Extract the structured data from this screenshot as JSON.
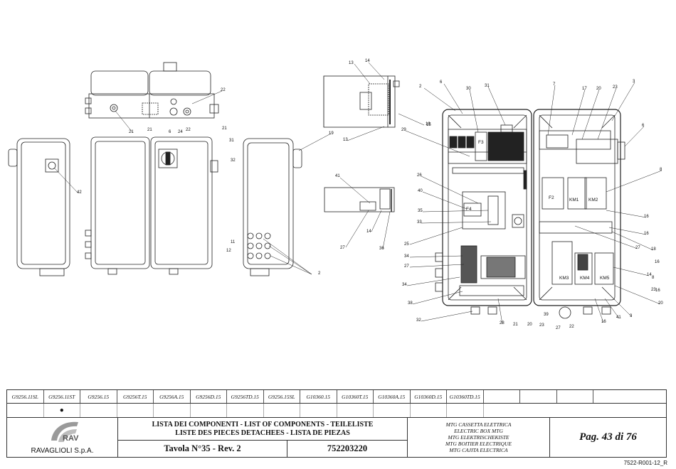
{
  "models": [
    "G9256.11SL",
    "G9256.11ST",
    "G9256.15",
    "G9256T.15",
    "G9256A.15",
    "G9256D.15",
    "G9256TD.15",
    "G9256.15SL",
    "G10360.15",
    "G10360T.15",
    "G10360A.15",
    "G10360D.15",
    "G10360TD.15"
  ],
  "selected_mark": "●",
  "company": "RAVAGLIOLI S.p.A.",
  "logo_text": "RAV",
  "title_lines": [
    "LISTA DEI COMPONENTI - LIST OF COMPONENTS - TEILELISTE",
    "LISTE DES PIECES DETACHEES - LISTA DE PIEZAS"
  ],
  "table_label": "Tavola N°35 - Rev. 2",
  "drawing_code": "752203220",
  "description_lines": [
    "MTG CASSETTA ELETTRICA",
    "ELECTRIC BOX MTG",
    "MTG ELEKTRISCHEKISTE",
    "MTG BOITIER ELECTRIQUE",
    "MTG CAJITA ELECTRICA"
  ],
  "page_label": "Pag. 43 di 76",
  "doc_ref": "7522-R001-12_R",
  "components": {
    "km1": "KM1",
    "km2": "KM2",
    "km3": "KM3",
    "km4": "KM4",
    "km5": "KM5",
    "f2": "F2",
    "f3": "F3",
    "f4": "F4"
  },
  "callouts": {
    "front_top": [
      "22",
      "21",
      "21",
      "6",
      "24",
      "22",
      "21"
    ],
    "left_side": [
      "42"
    ],
    "right_side": [
      "19",
      "31",
      "32",
      "11",
      "12",
      "2"
    ],
    "detail_top": [
      "13",
      "14",
      "15",
      "13"
    ],
    "detail_mid": [
      "41",
      "27",
      "14",
      "36"
    ],
    "main_right": [
      "2",
      "6",
      "30",
      "31",
      "7",
      "17",
      "20",
      "23",
      "3",
      "19",
      "29",
      "26",
      "40",
      "35",
      "33",
      "25",
      "34",
      "27",
      "34",
      "38",
      "32",
      "28",
      "21",
      "20",
      "23",
      "39",
      "27",
      "22",
      "6",
      "8",
      "16",
      "16",
      "18",
      "27",
      "16",
      "14",
      "16",
      "8",
      "23",
      "20",
      "9",
      "41",
      "16"
    ]
  }
}
